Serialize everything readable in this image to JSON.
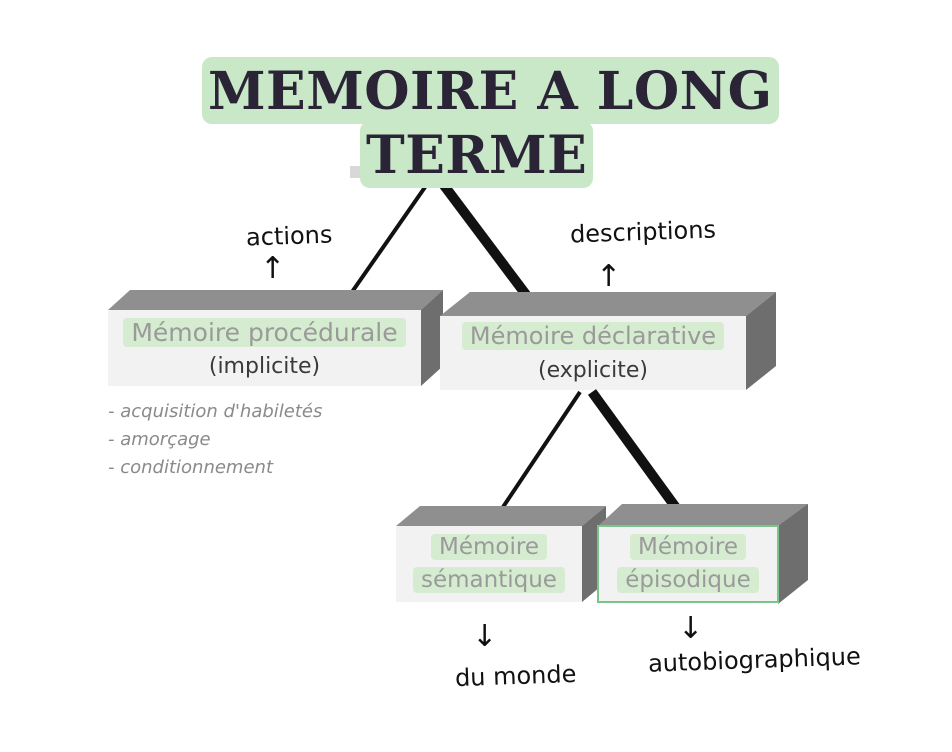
{
  "title": {
    "line1": "MEMOIRE A LONG",
    "line2": "TERME"
  },
  "boxes": {
    "procedural": {
      "label": "Mémoire procédurale",
      "sub": "(implicite)"
    },
    "declarative": {
      "label": "Mémoire déclarative",
      "sub": "(explicite)"
    },
    "semantic": {
      "line1": "Mémoire",
      "line2": "sémantique"
    },
    "episodic": {
      "line1": "Mémoire",
      "line2": "épisodique"
    }
  },
  "procedural_list": [
    "- acquisition d'habiletés",
    "- amorçage",
    "- conditionnement"
  ],
  "annotations": {
    "actions": "actions",
    "descriptions": "descriptions",
    "du_monde": "du monde",
    "autobiographique": "autobiographique",
    "arrow_up": "↑",
    "arrow_down": "↓"
  },
  "colors": {
    "title_highlight": "#c8e8c8",
    "label_highlight": "#d5ecd0",
    "box_face": "#f2f2f2",
    "box_top": "#8f8f8f",
    "box_side": "#6e6e6e",
    "episodic_border": "#7cc58a"
  }
}
